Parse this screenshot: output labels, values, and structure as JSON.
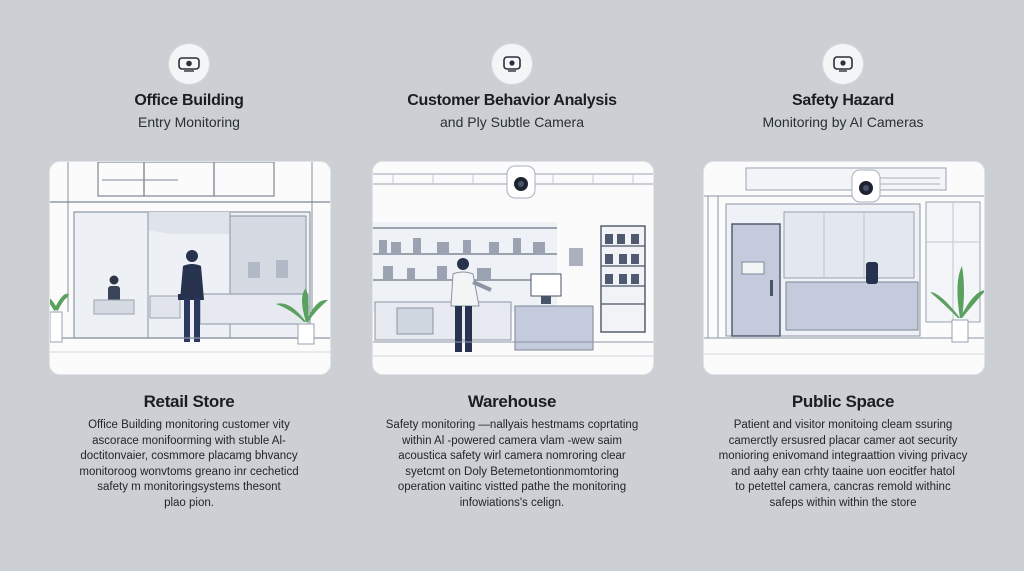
{
  "columns": [
    {
      "title": "Office Building",
      "subtitle": "Entry Monitoring",
      "scene_title": "Retail Store",
      "description": [
        "Office Building monitoring  customer  vity",
        "ascorace monifoorming with stuble Al-",
        "doctitonvaier, cosmmore placamg bhvancy",
        "monitoroog wonvtoms greano inr cecheticd",
        "safety  m monitoringsystems  thesont",
        "plao pion."
      ]
    },
    {
      "title": "Customer Behavior Analysis",
      "subtitle": "and Ply Subtle Camera",
      "scene_title": "Warehouse",
      "description": [
        "Safety monitoring  —nallyais  hestmams  coprtating",
        "within Al  -powered camera vlam  -wew  saim",
        "acoustica  safety  wirl  camera nomroring clear",
        "syetcmt  on  Doly Betemetontionmomtoring",
        "operation vaitinc  vistted pathe the monitoring",
        "infowiations's  celign."
      ]
    },
    {
      "title": "Safety Hazard",
      "subtitle": "Monitoring by AI Cameras",
      "scene_title": "Public Space",
      "description": [
        "Patient and visitor monitoing cleam  ssuring",
        "camerctly ersusred placar camer aot security",
        "monioring enivomand integraattion viving privacy",
        "and aahy ean crhty taaine uon eocitfer hatol",
        "to petettel camera, cancras remold withinc",
        "safeps within within the store"
      ]
    }
  ],
  "icons": [
    "camera-icon",
    "camera-icon",
    "camera-icon"
  ],
  "colors": {
    "background": "#ccd0d5",
    "card": "#fbfbfc",
    "figure_navy": "#27324f",
    "accent_blue": "#c3cbdc",
    "plant_green": "#5aa05e"
  }
}
